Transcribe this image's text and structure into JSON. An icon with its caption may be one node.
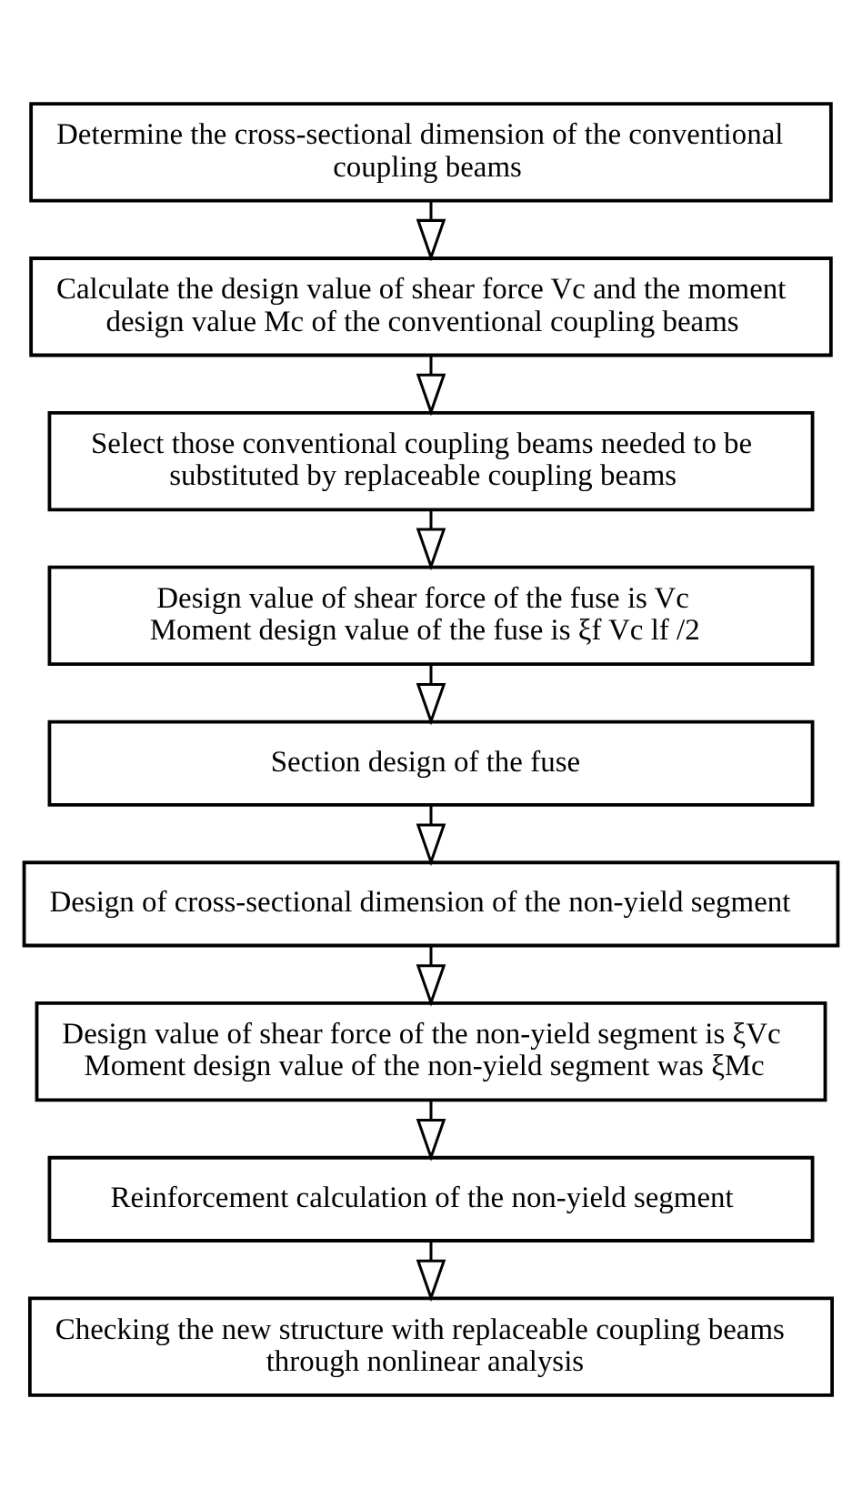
{
  "diagram": {
    "nodes": [
      {
        "text": [
          "Determine the cross-sectional dimension of the conventional coupling beams"
        ]
      },
      {
        "text": [
          "Calculate the design value of shear force Vc and the moment design value Mc of the conventional coupling beams"
        ]
      },
      {
        "text": [
          "Select those conventional coupling beams needed to be substituted by replaceable coupling beams"
        ]
      },
      {
        "text": [
          "Design value of shear force of the fuse is Vc",
          "Moment design value of the fuse is ξf Vc lf /2"
        ]
      },
      {
        "text": [
          "Section design of the fuse"
        ]
      },
      {
        "text": [
          "Design of cross-sectional dimension of the non-yield segment"
        ]
      },
      {
        "text": [
          "Design value of shear force of the non-yield segment is ξVc",
          "Moment design value of the non-yield segment was ξMc"
        ]
      },
      {
        "text": [
          "Reinforcement calculation of the non-yield segment"
        ]
      },
      {
        "text": [
          "Checking the new structure with replaceable coupling beams through nonlinear analysis"
        ]
      }
    ],
    "edges": [
      {
        "from": 0,
        "to": 1,
        "arrow": "to"
      },
      {
        "from": 1,
        "to": 2,
        "arrow": "to"
      },
      {
        "from": 2,
        "to": 3,
        "arrow": "to"
      },
      {
        "from": 3,
        "to": 4,
        "arrow": "to"
      },
      {
        "from": 4,
        "to": 5,
        "arrow": "to"
      },
      {
        "from": 5,
        "to": 6,
        "arrow": "to"
      },
      {
        "from": 6,
        "to": 7,
        "arrow": "to"
      },
      {
        "from": 7,
        "to": 8,
        "arrow": "to"
      }
    ]
  }
}
